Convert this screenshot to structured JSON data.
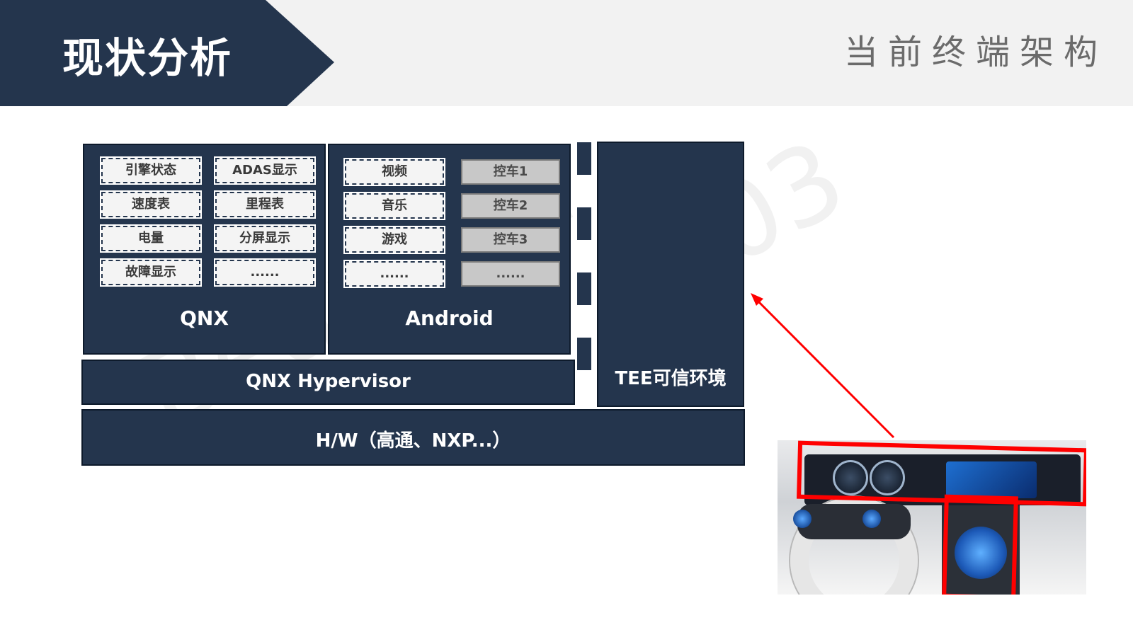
{
  "header": {
    "page_title": "现状分析",
    "section_title": "当前终端架构"
  },
  "watermark": {
    "text": "Beanpod",
    "text2": "03"
  },
  "qnx": {
    "label": "QNX",
    "apps": [
      "引擎状态",
      "ADAS显示",
      "速度表",
      "里程表",
      "电量",
      "分屏显示",
      "故障显示",
      "......"
    ]
  },
  "android": {
    "label": "Android",
    "apps": [
      "视频",
      "控车1",
      "音乐",
      "控车2",
      "游戏",
      "控车3",
      "......",
      "......"
    ]
  },
  "hypervisor": {
    "label": "QNX Hypervisor"
  },
  "tee": {
    "label": "TEE可信环境"
  },
  "hardware": {
    "label": "H/W（高通、NXP...）"
  },
  "colors": {
    "panel": "#24354d",
    "header_bg": "#f2f2f2",
    "highlight": "#ff0000",
    "app_gray": "#c8c8c8"
  }
}
